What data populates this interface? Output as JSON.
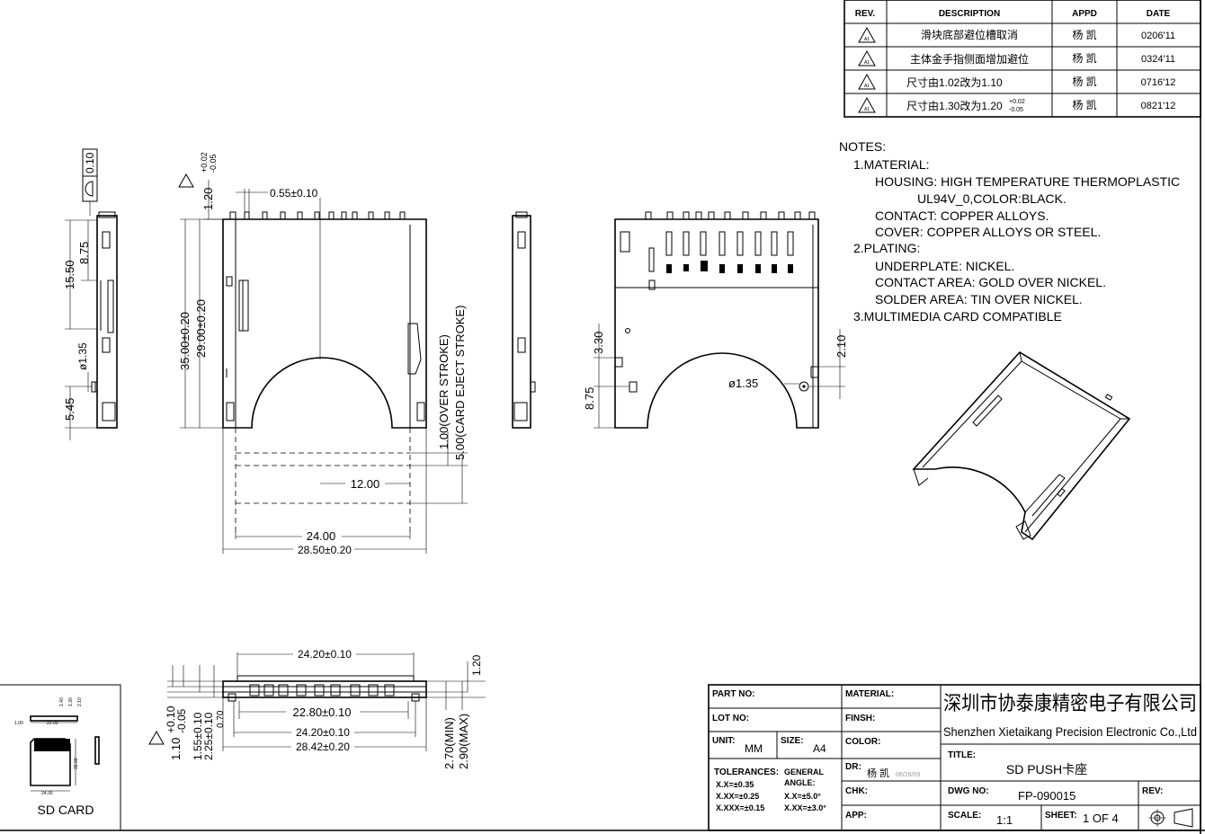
{
  "revision_table": {
    "headers": [
      "REV.",
      "DESCRIPTION",
      "APPD",
      "DATE"
    ],
    "rows": [
      {
        "rev": "A1",
        "description": "滑块底部避位槽取消",
        "appd": "杨 凯",
        "date": "0206'11"
      },
      {
        "rev": "A1",
        "description": "主体金手指侧面增加避位",
        "appd": "杨 凯",
        "date": "0324'11"
      },
      {
        "rev": "A1",
        "description": "尺寸由1.02改为1.10",
        "appd": "杨 凯",
        "date": "0716'12"
      },
      {
        "rev": "A1",
        "description": "尺寸由1.30改为1.20",
        "description_tol_upper": "+0.02",
        "description_tol_lower": "-0.05",
        "appd": "杨 凯",
        "date": "0821'12"
      }
    ]
  },
  "notes": {
    "heading": "NOTES:",
    "lines": [
      "1.MATERIAL:",
      "HOUSING: HIGH TEMPERATURE THERMOPLASTIC",
      "UL94V_0,COLOR:BLACK.",
      "CONTACT: COPPER ALLOYS.",
      "COVER: COPPER ALLOYS OR STEEL.",
      "2.PLATING:",
      "UNDERPLATE: NICKEL.",
      "CONTACT AREA: GOLD OVER NICKEL.",
      "SOLDER AREA: TIN OVER NICKEL.",
      "3.MULTIMEDIA CARD COMPATIBLE"
    ]
  },
  "dimensions": {
    "side_left": {
      "d010": "0.10",
      "d1550": "15.50",
      "d875": "8.75",
      "d135": "ø1.35",
      "d545": "5.45"
    },
    "top_view": {
      "d120": "1.20",
      "d120_upper": "+0.02",
      "d120_lower": "-0.05",
      "d055": "0.55±0.10",
      "d3500": "35.00±0.20",
      "d2900": "29.00±0.20",
      "d100": "1.00(OVER STROKE)",
      "d500": "5.00(CARD EJECT STROKE)",
      "d1200": "12.00",
      "d2400": "24.00",
      "d2850": "28.50±0.20"
    },
    "bottom_view": {
      "d330": "3.30",
      "d875": "8.75",
      "d210": "2.10",
      "d135": "ø1.35"
    },
    "front_view": {
      "d2420_top": "24.20±0.10",
      "d120": "1.20",
      "d2280": "22.80±0.10",
      "d2420_bot": "24.20±0.10",
      "d2842": "28.42±0.20",
      "d110": "1.10",
      "d110_upper": "+0.10",
      "d110_lower": "-0.05",
      "d155": "1.55±0.10",
      "d225": "2.25±0.10",
      "d070": "0.70",
      "d270": "2.70(MIN)",
      "d290": "2.90(MAX)"
    },
    "sd_card": {
      "d140": "1.40",
      "d130": "1.30",
      "d210": "2.10",
      "d100": "1.00",
      "d2200": "22.00",
      "d3200": "32.00",
      "d2400": "24.00"
    }
  },
  "sd_card_label": "SD CARD",
  "title_block": {
    "part_no_label": "PART NO:",
    "lot_no_label": "LOT NO:",
    "unit_label": "UNIT:",
    "unit_value": "MM",
    "size_label": "SIZE:",
    "size_value": "A4",
    "tolerances_label": "TOLERANCES:",
    "tol_lines": [
      "X.X=±0.35",
      "X.XX=±0.25",
      "X.XXX=±0.15"
    ],
    "general_label": "GENERAL",
    "angle_label": "ANGLE:",
    "angle_lines": [
      "X.X=±5.0°",
      "X.XX=±3.0°"
    ],
    "material_label": "MATERIAL:",
    "finsh_label": "FINSH:",
    "color_label": "COLOR:",
    "dr_label": "DR:",
    "dr_value": "杨 凯",
    "dr_date": "06/26/09",
    "chk_label": "CHK:",
    "app_label": "APP:",
    "company_cn": "深圳市协泰康精密电子有限公司",
    "company_en": "Shenzhen Xietaikang Precision Electronic Co.,Ltd",
    "title_label": "TITLE:",
    "title_value": "SD PUSH卡座",
    "dwg_no_label": "DWG NO:",
    "dwg_no_value": "FP-090015",
    "rev_label": "REV:",
    "scale_label": "SCALE:",
    "scale_value": "1:1",
    "sheet_label": "SHEET:",
    "sheet_value": "1 OF 4"
  }
}
